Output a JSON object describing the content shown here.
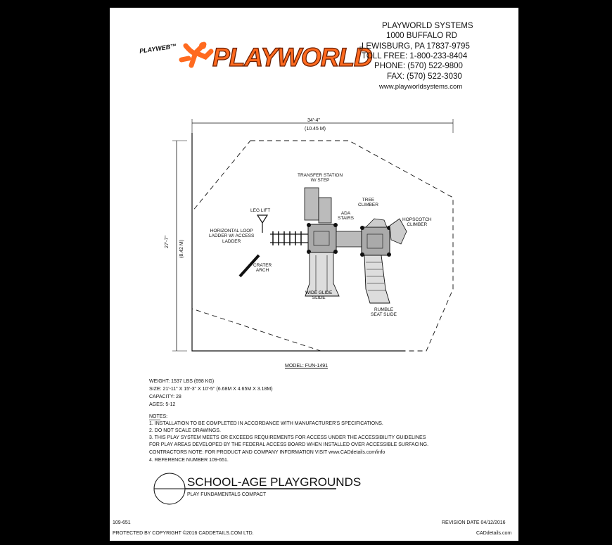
{
  "header": {
    "playweb_label": "PLAYWEB™",
    "brand_name": "PLAYWORLD",
    "registered_mark": "®",
    "company_lines": [
      "PLAYWORLD SYSTEMS",
      "1000 BUFFALO RD",
      "LEWISBURG, PA 17837-9795",
      "TOLL FREE: 1-800-233-8404",
      "PHONE: (570) 522-9800",
      "FAX: (570) 522-3030",
      "www.playworldsystems.com"
    ]
  },
  "drawing": {
    "width_dim": "34'-4\"",
    "width_dim_metric": "(10.45 M)",
    "height_dim": "27'-7\"",
    "height_dim_metric": "(8.42 M)",
    "labels": {
      "transfer_station": "TRANSFER STATION\nW/ STEP",
      "leg_lift": "LEG LIFT",
      "horizontal_loop": "HORIZONTAL LOOP\nLADDER W/ ACCESS\nLADDER",
      "crater_arch": "CRATER\nARCH",
      "ada_stairs": "ADA\nSTAIRS",
      "tree_climber": "TREE\nCLIMBER",
      "hopscotch_climber": "HOPSCOTCH\nCLIMBER",
      "wide_glide": "WIDE GLIDE\nSLIDE",
      "rumble_seat": "RUMBLE\nSEAT SLIDE"
    },
    "model": "MODEL: FUN-1491"
  },
  "specs": [
    "WEIGHT: 1537 LBS (698 KG)",
    "SIZE: 21'-11\" X 15'-3\" X 10'-5\" (6.68M X 4.65M X 3.18M)",
    "CAPACITY: 28",
    "AGES: 5-12"
  ],
  "notes": {
    "heading": "NOTES:",
    "lines": [
      "1.  INSTALLATION TO BE COMPLETED IN ACCORDANCE WITH MANUFACTURER'S SPECIFICATIONS.",
      "2.  DO NOT SCALE DRAWINGS.",
      "3.  THIS PLAY SYSTEM MEETS OR EXCEEDS REQUIREMENTS FOR ACCESS UNDER THE ACCESSIBILITY GUIDELINES",
      "      FOR PLAY AREAS DEVELOPED BY THE FEDERAL ACCESS BOARD WHEN INSTALLED OVER ACCESSIBLE SURFACING.",
      "      CONTRACTORS NOTE: FOR PRODUCT AND COMPANY INFORMATION VISIT www.CADdetails.com/info",
      "4.  REFERENCE NUMBER 109-651."
    ]
  },
  "title_block": {
    "title": "SCHOOL-AGE PLAYGROUNDS",
    "subtitle": "PLAY FUNDAMENTALS COMPACT"
  },
  "footer": {
    "ref": "109-651",
    "revision": "REVISION DATE 04/12/2016",
    "copyright": "PROTECTED BY COPYRIGHT ©2016 CADDETAILS.COM LTD.",
    "site": "CADdetails.com"
  }
}
